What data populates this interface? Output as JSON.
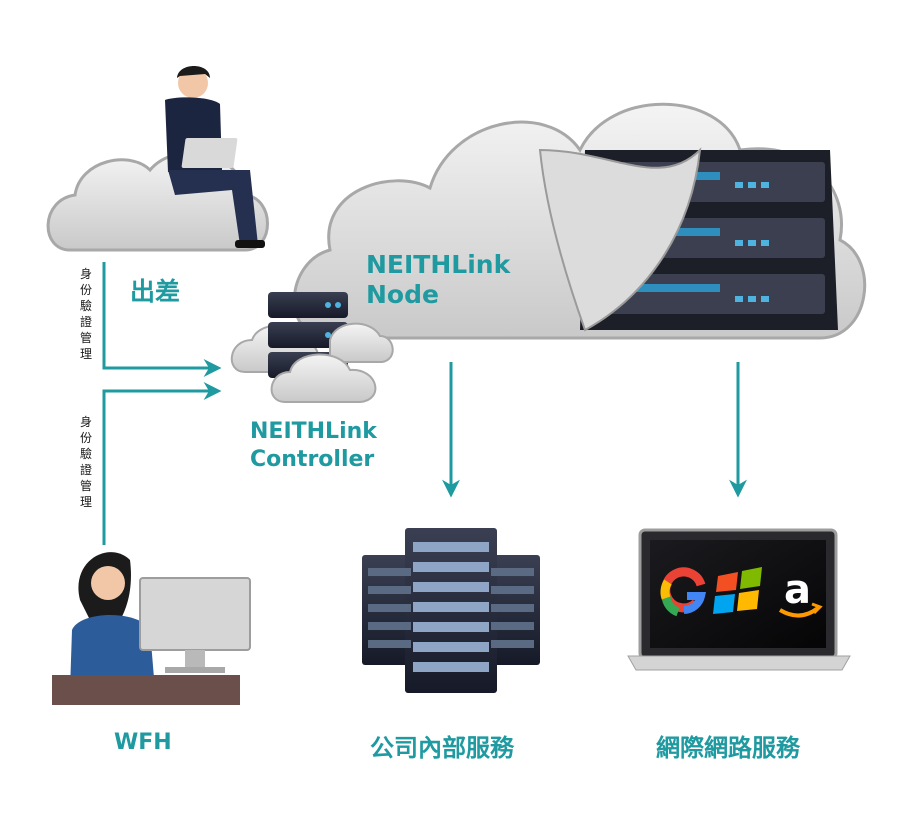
{
  "nodes": {
    "cloud_node": {
      "label_line1": "NEITHLink",
      "label_line2": "Node"
    },
    "controller": {
      "label_line1": "NEITHLink",
      "label_line2": "Controller"
    },
    "business_trip": {
      "label": "出差"
    },
    "wfh": {
      "label": "WFH"
    },
    "internal_services": {
      "label": "公司內部服務"
    },
    "internet_services": {
      "label": "網際網路服務"
    }
  },
  "edges": {
    "trip_auth": {
      "label": "身份驗證管理"
    },
    "wfh_auth": {
      "label": "身份驗證管理"
    }
  },
  "logos": [
    "google-logo",
    "windows-logo",
    "amazon-logo"
  ],
  "colors": {
    "accent": "#1e9aa0",
    "text": "#1a1a1a"
  }
}
